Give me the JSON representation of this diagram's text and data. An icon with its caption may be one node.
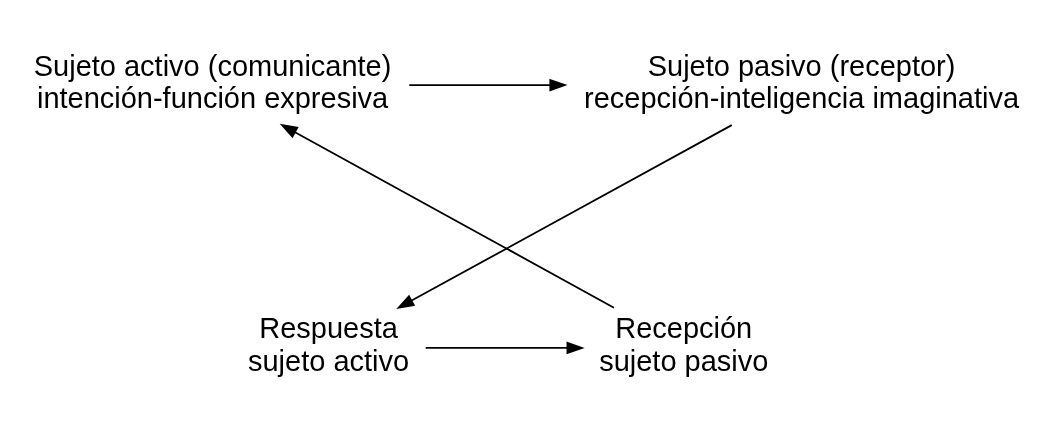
{
  "diagram": {
    "nodes": [
      {
        "text": [
          "Sujeto activo (comunicante)",
          "intención-función expresiva"
        ]
      },
      {
        "text": [
          "Sujeto pasivo (receptor)",
          "recepción-inteligencia imaginativa"
        ]
      },
      {
        "text": [
          "Respuesta",
          "sujeto activo"
        ]
      },
      {
        "text": [
          "Recepción",
          "sujeto pasivo"
        ]
      }
    ],
    "edges": [
      {
        "from": 0,
        "to": 1,
        "arrow": "to"
      },
      {
        "from": 1,
        "to": 2,
        "arrow": "to"
      },
      {
        "from": 2,
        "to": 3,
        "arrow": "to"
      },
      {
        "from": 3,
        "to": 0,
        "arrow": "to"
      }
    ]
  }
}
